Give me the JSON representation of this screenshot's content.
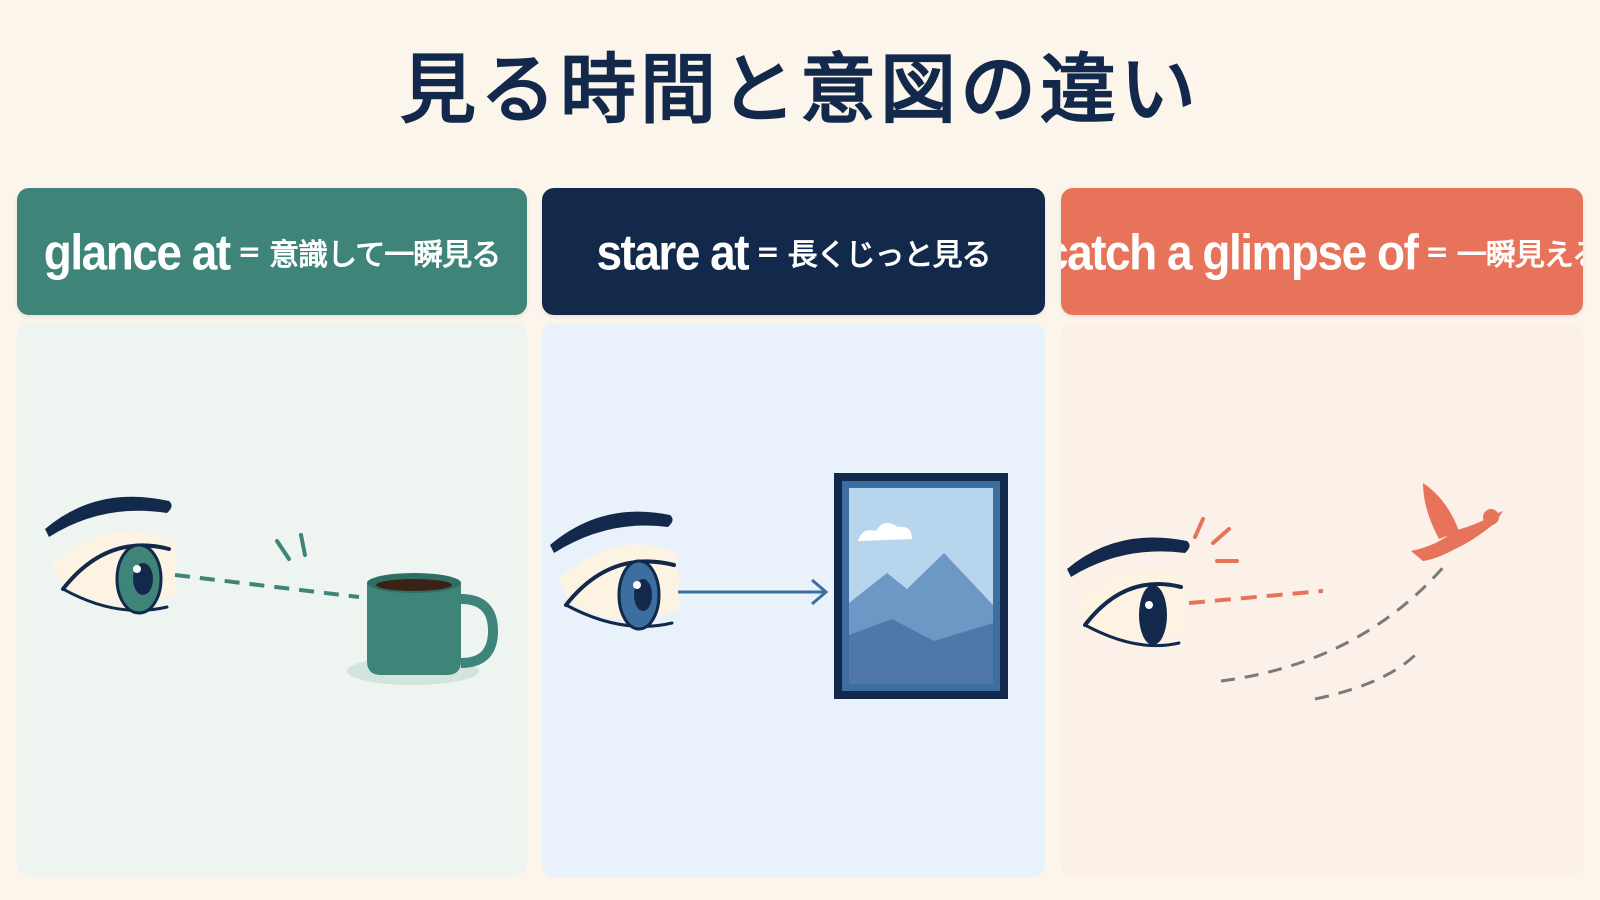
{
  "title": "見る時間と意図の違い",
  "columns": [
    {
      "phrase": "glance at",
      "equals": "=",
      "meaning": "意識して一瞬見る",
      "header_color": "#3f8479",
      "body_color": "#eef5f1"
    },
    {
      "phrase": "stare at",
      "equals": "=",
      "meaning": "長くじっと見る",
      "header_color": "#13294b",
      "body_color": "#e9f2fb"
    },
    {
      "phrase": "catch a glimpse of",
      "equals": "=",
      "meaning": "一瞬見える",
      "header_color": "#e8735b",
      "body_color": "#fcf1e8"
    }
  ],
  "colors": {
    "background": "#fbf5ec",
    "title": "#13294b",
    "eye_outline": "#13294b"
  }
}
